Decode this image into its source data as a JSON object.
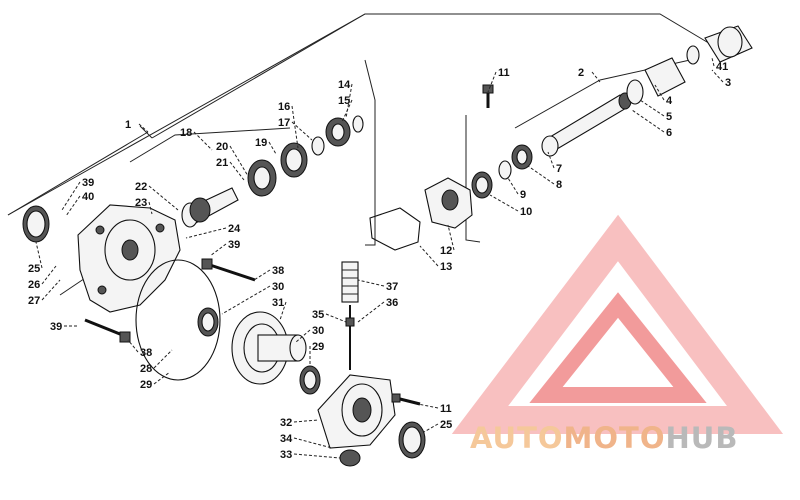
{
  "callouts": [
    {
      "id": "1",
      "label": "1"
    },
    {
      "id": "2",
      "label": "2"
    },
    {
      "id": "3",
      "label": "3"
    },
    {
      "id": "4",
      "label": "4"
    },
    {
      "id": "5",
      "label": "5"
    },
    {
      "id": "6",
      "label": "6"
    },
    {
      "id": "7",
      "label": "7"
    },
    {
      "id": "8",
      "label": "8"
    },
    {
      "id": "9",
      "label": "9"
    },
    {
      "id": "10",
      "label": "10"
    },
    {
      "id": "11a",
      "label": "11"
    },
    {
      "id": "11b",
      "label": "11"
    },
    {
      "id": "12",
      "label": "12"
    },
    {
      "id": "13",
      "label": "13"
    },
    {
      "id": "14",
      "label": "14"
    },
    {
      "id": "15",
      "label": "15"
    },
    {
      "id": "16",
      "label": "16"
    },
    {
      "id": "17",
      "label": "17"
    },
    {
      "id": "18",
      "label": "18"
    },
    {
      "id": "19",
      "label": "19"
    },
    {
      "id": "20",
      "label": "20"
    },
    {
      "id": "21",
      "label": "21"
    },
    {
      "id": "22",
      "label": "22"
    },
    {
      "id": "23",
      "label": "23"
    },
    {
      "id": "24",
      "label": "24"
    },
    {
      "id": "25a",
      "label": "25"
    },
    {
      "id": "25b",
      "label": "25"
    },
    {
      "id": "26",
      "label": "26"
    },
    {
      "id": "27",
      "label": "27"
    },
    {
      "id": "28",
      "label": "28"
    },
    {
      "id": "29a",
      "label": "29"
    },
    {
      "id": "29b",
      "label": "29"
    },
    {
      "id": "30a",
      "label": "30"
    },
    {
      "id": "30b",
      "label": "30"
    },
    {
      "id": "31",
      "label": "31"
    },
    {
      "id": "32",
      "label": "32"
    },
    {
      "id": "33",
      "label": "33"
    },
    {
      "id": "34",
      "label": "34"
    },
    {
      "id": "35",
      "label": "35"
    },
    {
      "id": "36",
      "label": "36"
    },
    {
      "id": "37",
      "label": "37"
    },
    {
      "id": "38a",
      "label": "38"
    },
    {
      "id": "38b",
      "label": "38"
    },
    {
      "id": "39a",
      "label": "39"
    },
    {
      "id": "39b",
      "label": "39"
    },
    {
      "id": "39c",
      "label": "39"
    },
    {
      "id": "40",
      "label": "40"
    },
    {
      "id": "41",
      "label": "41"
    }
  ],
  "watermark": {
    "parts": [
      "AUTO",
      "MOTO",
      "HUB"
    ],
    "colors": {
      "auto": "#f5c89a",
      "moto": "#f0b48a",
      "hub": "#b9b9b9",
      "logo": "#f08a8a",
      "logo_fill": "#f7b5b5"
    }
  }
}
